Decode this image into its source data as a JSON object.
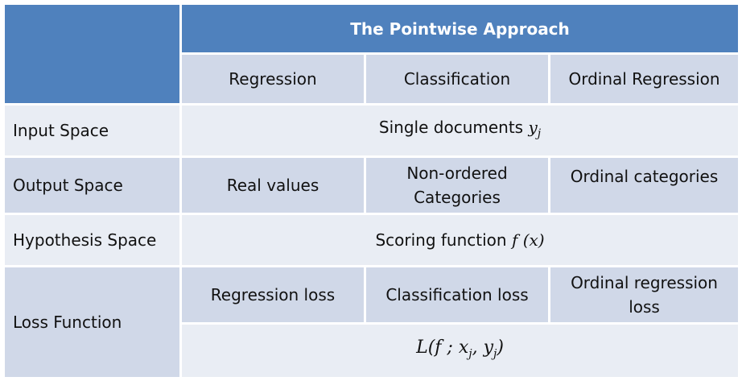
{
  "table": {
    "title": "The Pointwise Approach",
    "subheaders": [
      "Regression",
      "Classification",
      "Ordinal Regression"
    ],
    "rows": {
      "input_space": {
        "label": "Input Space",
        "value_text": "Single documents ",
        "value_math": "y",
        "value_sub": "j"
      },
      "output_space": {
        "label": "Output Space",
        "values": [
          "Real values",
          "Non-ordered Categories",
          "Ordinal categories"
        ]
      },
      "hypothesis_space": {
        "label": "Hypothesis Space",
        "value_text": "Scoring function ",
        "value_math": "f (x)"
      },
      "loss_function": {
        "label": "Loss Function",
        "values": [
          "Regression loss",
          "Classification loss",
          "Ordinal regression loss"
        ],
        "formula_math": "L(f ; x",
        "formula_sub1": "j",
        "formula_mid": ", y",
        "formula_sub2": "j",
        "formula_end": ")"
      }
    }
  },
  "colors": {
    "header": "#4f81bd",
    "band_light": "#e9edf4",
    "band_dark": "#d0d8e8",
    "border": "#ffffff"
  }
}
